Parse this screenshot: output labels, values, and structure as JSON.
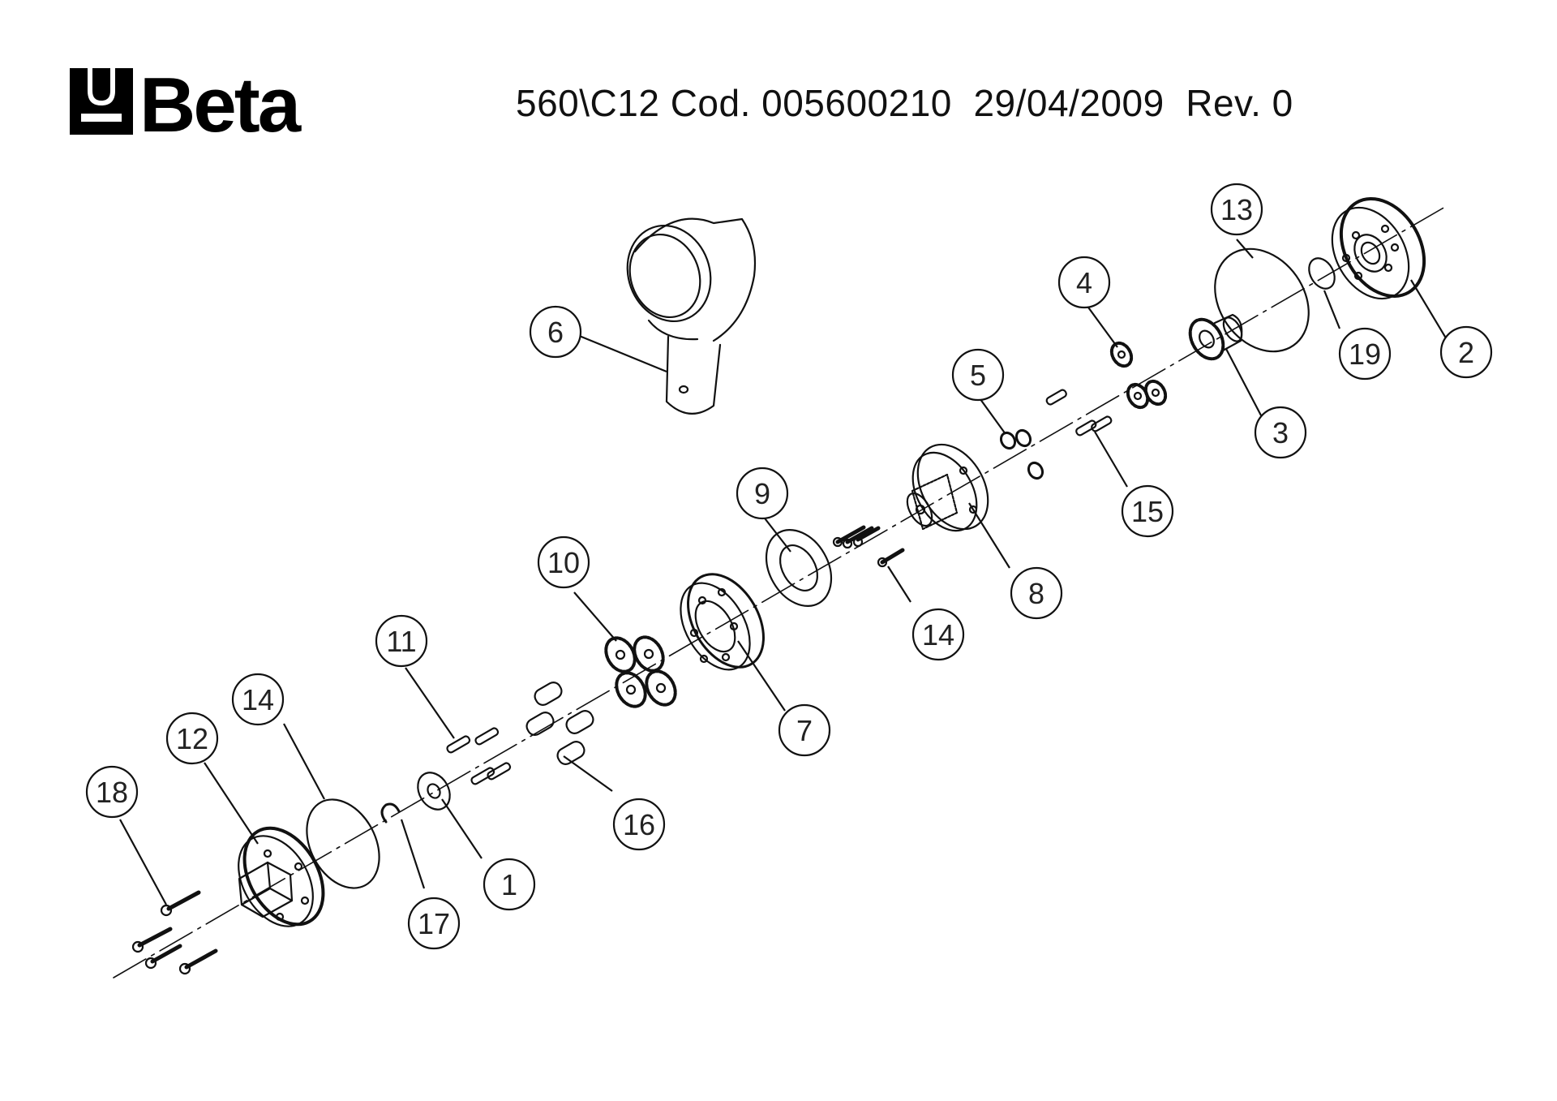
{
  "header": {
    "brand": "Beta",
    "title": "560\\C12 Cod. 005600210  29/04/2009  Rev. 0"
  },
  "parts": [
    {
      "label": "1"
    },
    {
      "label": "2"
    },
    {
      "label": "3"
    },
    {
      "label": "4"
    },
    {
      "label": "5"
    },
    {
      "label": "6"
    },
    {
      "label": "7"
    },
    {
      "label": "8"
    },
    {
      "label": "9"
    },
    {
      "label": "10"
    },
    {
      "label": "11"
    },
    {
      "label": "12"
    },
    {
      "label": "14"
    },
    {
      "label": "13"
    },
    {
      "label": "14"
    },
    {
      "label": "15"
    },
    {
      "label": "16"
    },
    {
      "label": "17"
    },
    {
      "label": "18"
    },
    {
      "label": "19"
    }
  ],
  "colors": {
    "ink": "#111111",
    "brand": "#000000"
  }
}
